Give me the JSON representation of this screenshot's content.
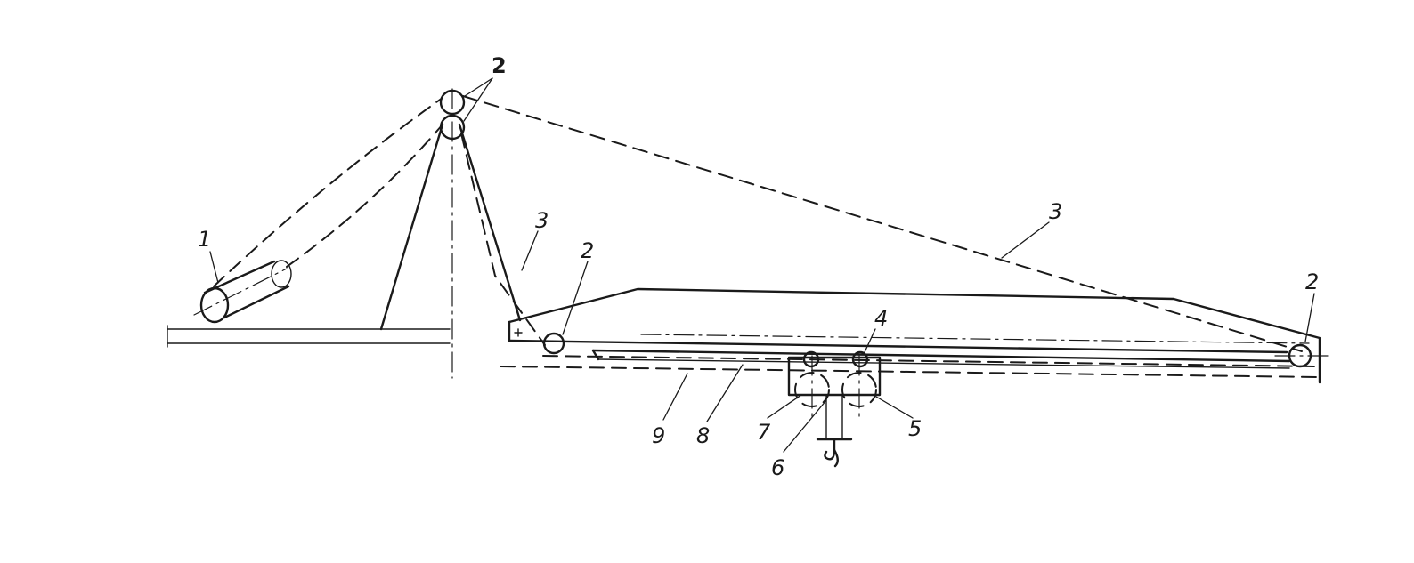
{
  "diagram": {
    "callouts": {
      "c1": "1",
      "c2_top": "2",
      "c2_mid": "2",
      "c2_right": "2",
      "c3_left": "3",
      "c3_right": "3",
      "c4": "4",
      "c5": "5",
      "c6": "6",
      "c7": "7",
      "c8": "8",
      "c9": "9"
    },
    "ink_color": "#1a1a1a",
    "background": "#ffffff"
  }
}
